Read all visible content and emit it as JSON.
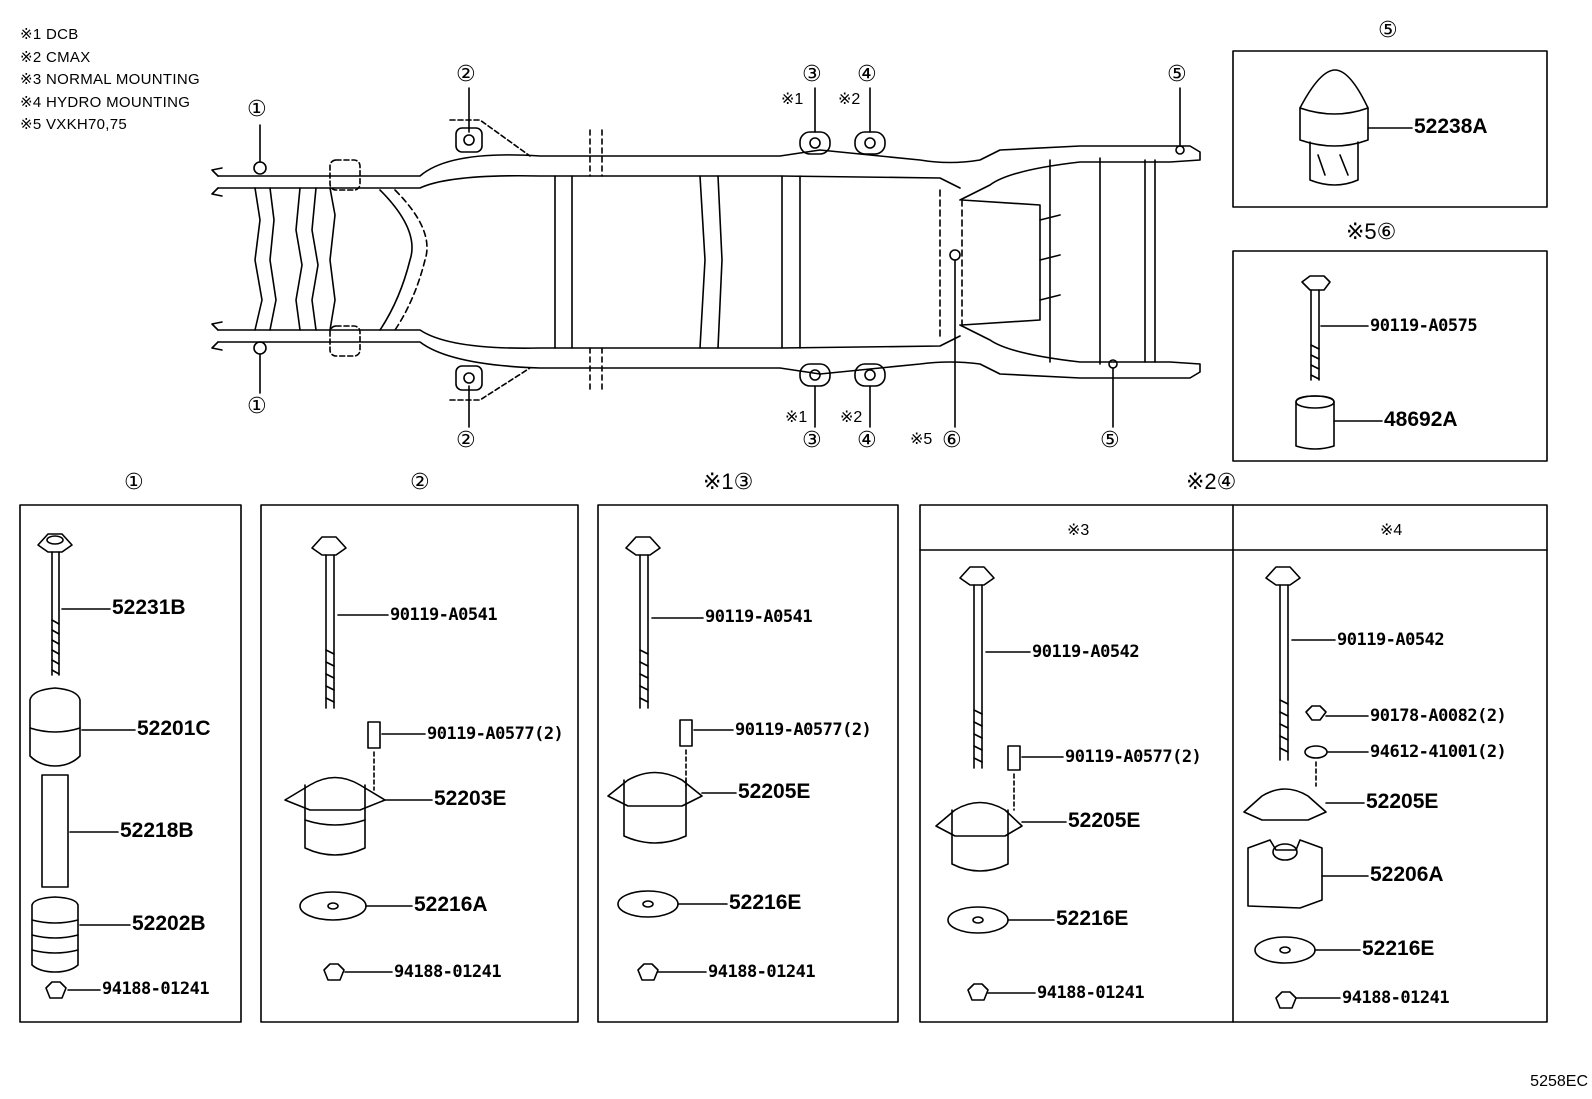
{
  "legend": [
    "※1 DCB",
    "※2 CMAX",
    "※3 NORMAL MOUNTING",
    "※4 HYDRO MOUNTING",
    "※5 VXKH70,75"
  ],
  "callouts": {
    "c1": "①",
    "c2": "②",
    "c3": "③",
    "c4": "④",
    "c5": "⑤",
    "c6": "⑥",
    "n1": "※1",
    "n2": "※2",
    "n5": "※5"
  },
  "panels": {
    "p1": {
      "header": "①",
      "parts": [
        "52231B",
        "52201C",
        "52218B",
        "52202B",
        "94188-01241"
      ]
    },
    "p2": {
      "header": "②",
      "parts": [
        "90119-A0541",
        "90119-A0577(2)",
        "52203E",
        "52216A",
        "94188-01241"
      ]
    },
    "p3": {
      "header": "※1③",
      "parts": [
        "90119-A0541",
        "90119-A0577(2)",
        "52205E",
        "52216E",
        "94188-01241"
      ]
    },
    "p4": {
      "header": "※2④",
      "sub3": {
        "header": "※3",
        "parts": [
          "90119-A0542",
          "90119-A0577(2)",
          "52205E",
          "52216E",
          "94188-01241"
        ]
      },
      "sub4": {
        "header": "※4",
        "parts": [
          "90119-A0542",
          "90178-A0082(2)",
          "94612-41001(2)",
          "52205E",
          "52206A",
          "52216E",
          "94188-01241"
        ]
      }
    },
    "p5": {
      "header": "⑤",
      "parts": [
        "52238A"
      ]
    },
    "p6": {
      "header": "※5⑥",
      "parts": [
        "90119-A0575",
        "48692A"
      ]
    }
  },
  "diagram_code": "5258EC"
}
